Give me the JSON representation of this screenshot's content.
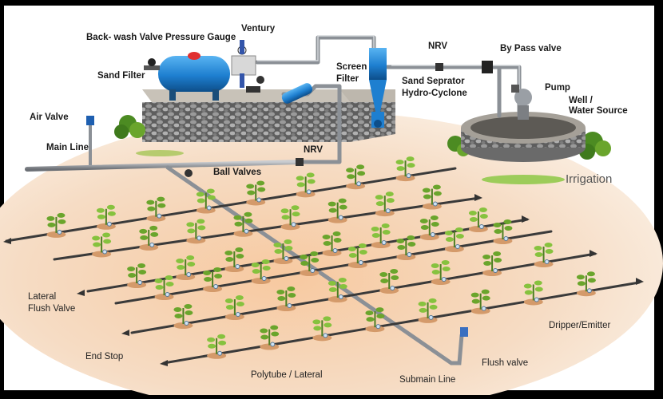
{
  "labels": {
    "backwash_valve": "Back- wash Valve",
    "pressure_gauge": "Pressure Gauge",
    "ventury": "Ventury",
    "sand_filter": "Sand Filter",
    "screen_filter_1": "Screen",
    "screen_filter_2": "Filter",
    "nrv_top": "NRV",
    "bypass_valve": "By Pass valve",
    "sand_separator_1": "Sand Seprator",
    "sand_separator_2": "Hydro-Cyclone",
    "pump": "Pump",
    "well_1": "Well /",
    "well_2": "Water Source",
    "air_valve": "Air Valve",
    "main_line": "Main Line",
    "nrv_mid": "NRV",
    "ball_valves": "Ball Valves",
    "irrigation": "Irrigation",
    "lateral_flush_1": "Lateral",
    "lateral_flush_2": "Flush Valve",
    "end_stop": "End Stop",
    "polytube": "Polytube / Lateral",
    "submain_line": "Submain Line",
    "flush_valve": "Flush valve",
    "dripper": "Dripper/Emitter"
  },
  "colors": {
    "background": "#000000",
    "field": "#f3dcc4",
    "pipe": "#7d8288",
    "tank": "#1e7fd0",
    "plant": "#6aa52c",
    "stone": "#8a8a8a"
  }
}
